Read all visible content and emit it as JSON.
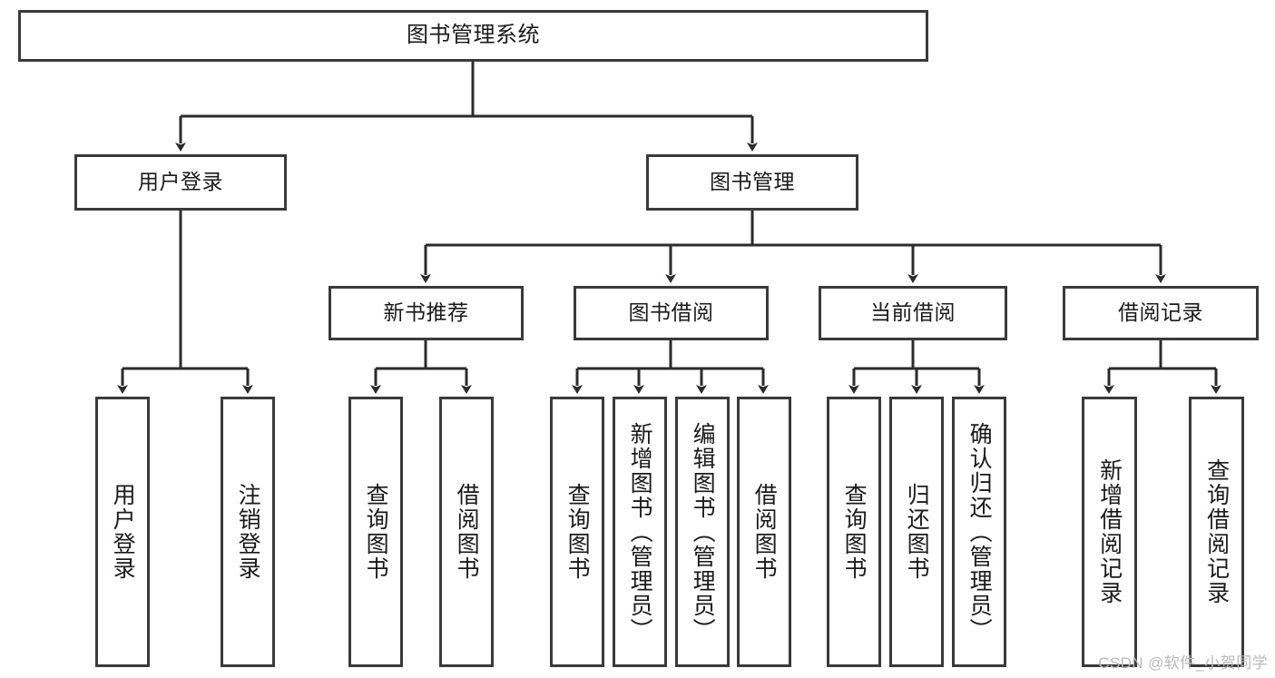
{
  "diagram": {
    "title": "图书管理系统",
    "type": "hierarchy-tree",
    "colors": {
      "box_border": "#3a3a3a",
      "box_fill": "#ffffff",
      "connector": "#2b2b2b",
      "text": "#1a1a1a",
      "watermark": "#b9b9b9"
    },
    "root": {
      "label": "图书管理系统"
    },
    "level1": [
      {
        "label": "用户登录"
      },
      {
        "label": "图书管理"
      }
    ],
    "level2": [
      {
        "label": "新书推荐"
      },
      {
        "label": "图书借阅"
      },
      {
        "label": "当前借阅"
      },
      {
        "label": "借阅记录"
      }
    ],
    "leaves": {
      "user_login": [
        {
          "label": "用户登录"
        },
        {
          "label": "注销登录"
        }
      ],
      "new_book_recommend": [
        {
          "label": "查询图书"
        },
        {
          "label": "借阅图书"
        }
      ],
      "book_borrow": [
        {
          "label": "查询图书"
        },
        {
          "label": "新增图书（管理员）"
        },
        {
          "label": "编辑图书（管理员）"
        },
        {
          "label": "借阅图书"
        }
      ],
      "current_borrow": [
        {
          "label": "查询图书"
        },
        {
          "label": "归还图书"
        },
        {
          "label": "确认归还（管理员）"
        }
      ],
      "borrow_record": [
        {
          "label": "新增借阅记录"
        },
        {
          "label": "查询借阅记录"
        }
      ]
    },
    "watermark": "CSDN @软件_小贺同学"
  }
}
